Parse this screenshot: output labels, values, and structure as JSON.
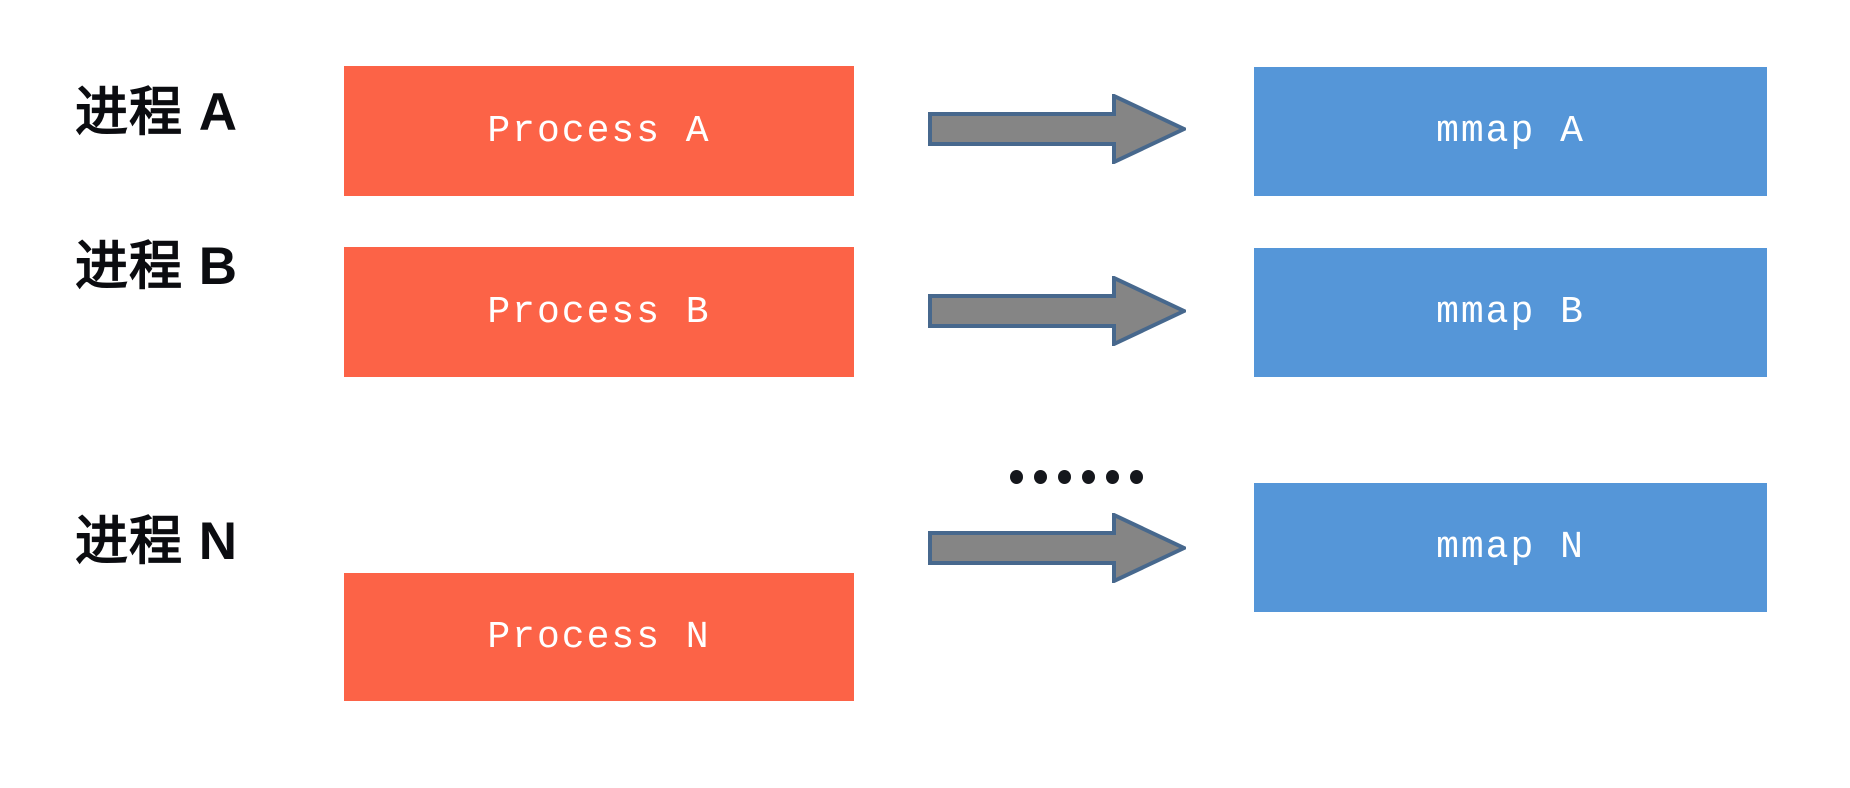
{
  "diagram": {
    "title_present": false,
    "colors": {
      "process_box": "#FC6347",
      "mmap_box": "#5596D8",
      "arrow_fill": "#858585",
      "arrow_stroke": "#47688D",
      "label_text": "#0B0C10",
      "box_text": "#FFFFFF",
      "background": "#FFFFFF"
    },
    "rows": [
      {
        "label": "进程 A",
        "process_label": "Process A",
        "mmap_label": "mmap A",
        "arrow_icon": "right-arrow-icon"
      },
      {
        "label": "进程 B",
        "process_label": "Process B",
        "mmap_label": "mmap B",
        "arrow_icon": "right-arrow-icon"
      },
      {
        "label": "进程 N",
        "process_label": "Process N",
        "mmap_label": "mmap N",
        "arrow_icon": "right-arrow-icon"
      }
    ],
    "ellipsis": {
      "text": "......",
      "dot_count": 6
    }
  }
}
